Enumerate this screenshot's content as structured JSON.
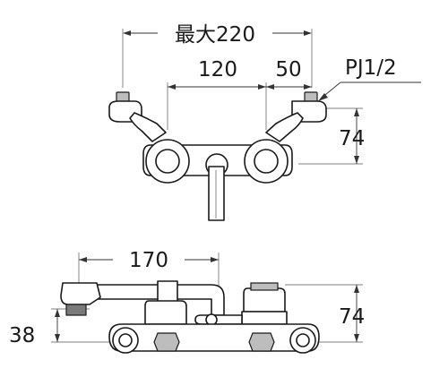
{
  "top_view": {
    "dim_overall": "最大220",
    "dim_center": "120",
    "dim_offset": "50",
    "thread_label": "PJ1/2",
    "dim_height": "74"
  },
  "side_view": {
    "dim_spout": "170",
    "dim_height": "74",
    "dim_drop": "38"
  }
}
